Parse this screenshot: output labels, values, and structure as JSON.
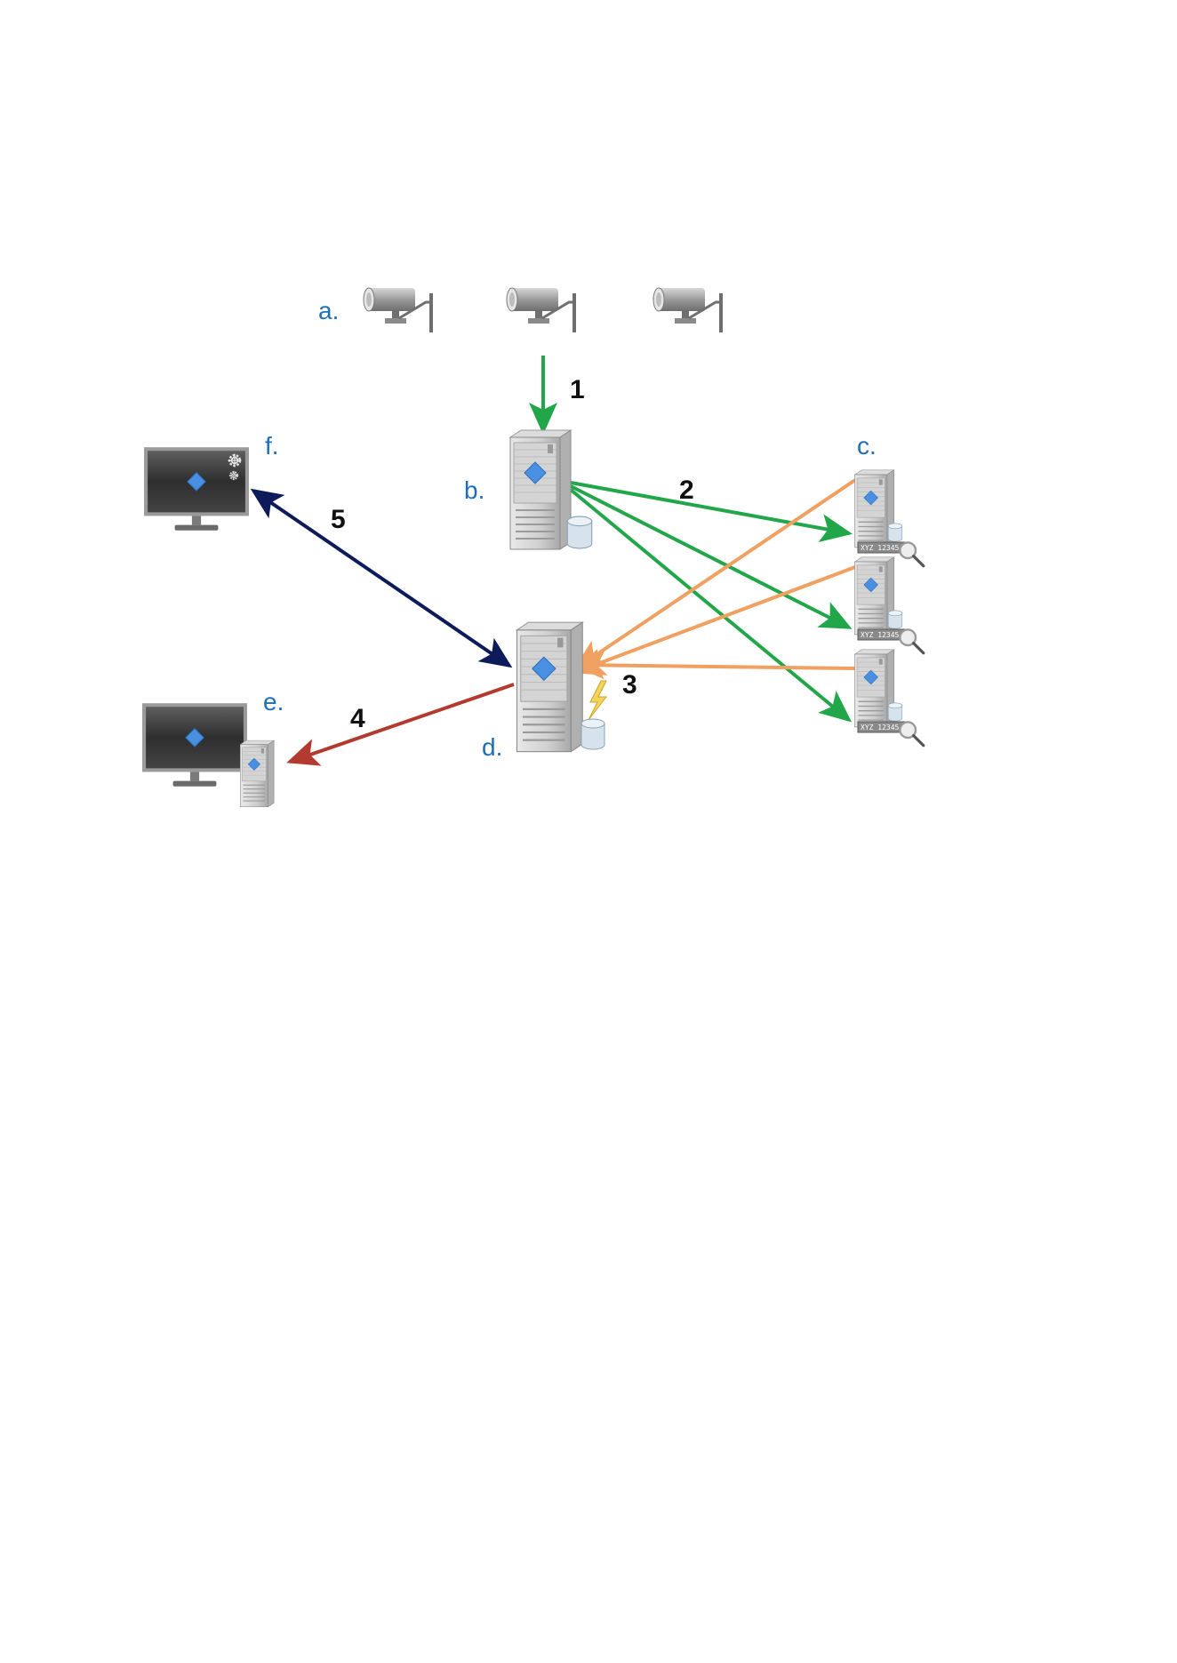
{
  "nodes": {
    "cameras": {
      "label": "a.",
      "icon": "camera-icon"
    },
    "recording_server": {
      "label": "b.",
      "icon": "server-icon"
    },
    "recognition_servers": {
      "label": "c.",
      "icon": "server-icon",
      "plate_text": "XYZ 12345"
    },
    "event_server": {
      "label": "d.",
      "icon": "server-icon"
    },
    "client_workstation": {
      "label": "e.",
      "icon": "monitor-icon"
    },
    "management_client": {
      "label": "f.",
      "icon": "monitor-icon"
    }
  },
  "steps": [
    "1",
    "2",
    "3",
    "4",
    "5"
  ],
  "colors": {
    "label_blue": "#1f6fb8",
    "green": "#22a64a",
    "orange": "#f0a060",
    "navy": "#0d1b5a",
    "red": "#b23a2e"
  }
}
